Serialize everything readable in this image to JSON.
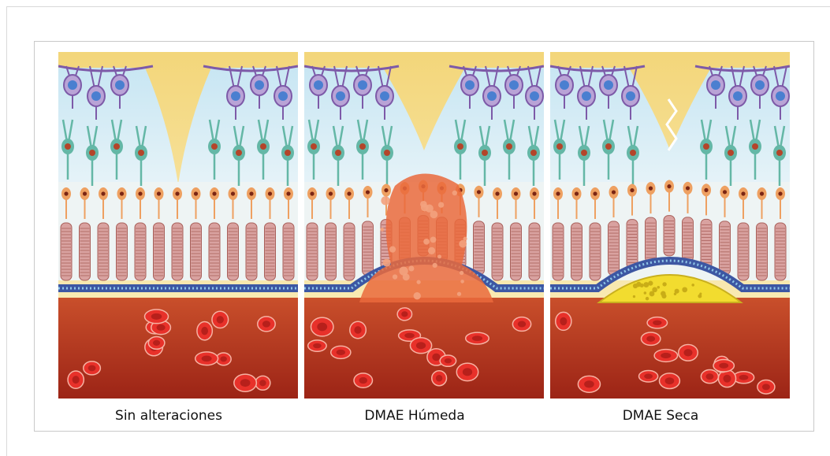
{
  "figure": {
    "panels": [
      {
        "id": "normal",
        "label": "Sin alteraciones",
        "lesion": "none"
      },
      {
        "id": "wet",
        "label": "DMAE Húmeda",
        "lesion": "exudate",
        "lesion_color": "#ea6a3c"
      },
      {
        "id": "dry",
        "label": "DMAE Seca",
        "lesion": "drusen",
        "lesion_color": "#f2dc2f"
      }
    ]
  },
  "colors": {
    "vitreous": "#f7e7a6",
    "ganglion": "#7d5aa8",
    "bipolar": "#64b7a6",
    "photoreceptor": "#eea061",
    "rpe": "#3d57a3",
    "choroid": "#b8321e",
    "blood_cell": "#e8312a"
  }
}
